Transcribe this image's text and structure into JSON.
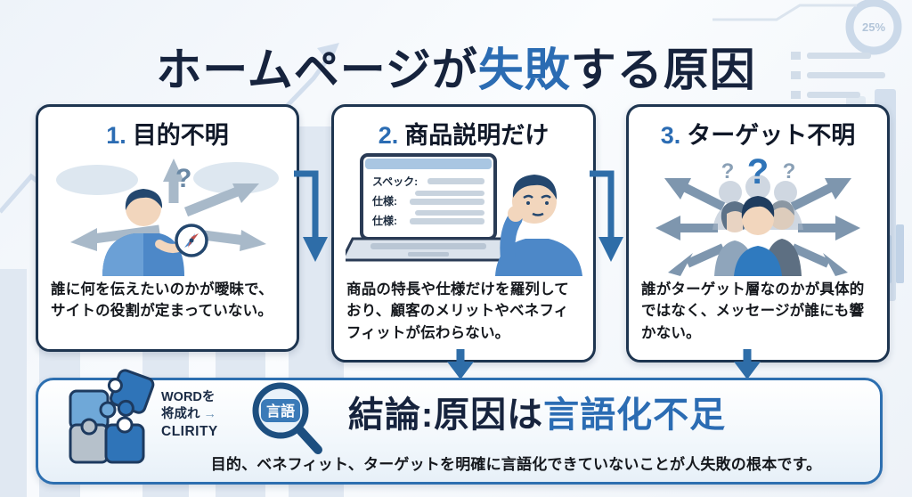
{
  "title": {
    "pre": "ホームページが",
    "highlight": "失敗",
    "post": "する原因"
  },
  "cards": [
    {
      "number": "1.",
      "heading": "目的不明",
      "description": "誰に何を伝えたいのかが曖昧で、サイトの役割が定まっていない。",
      "question_mark": "?"
    },
    {
      "number": "2.",
      "heading": "商品説明だけ",
      "description": "商品の特長や仕様だけを羅列しており、顧客のメリットやベネフィフィットが伝わらない。",
      "screen_labels": [
        "スペック:",
        "仕様:",
        "仕様:"
      ]
    },
    {
      "number": "3.",
      "heading": "ターゲット不明",
      "description": "誰がターゲット層なのかが具体的ではなく、メッセージが誰にも響かない。",
      "question_marks": [
        "?",
        "?",
        "?"
      ]
    }
  ],
  "conclusion": {
    "logo_line1": "WORDを",
    "logo_line2": "将成れ",
    "logo_arrow": "→",
    "logo_line3": "CLIRITY",
    "lens_text": "言語",
    "title_pre": "結論:原因は",
    "title_highlight": "言語化不足",
    "subtitle": "目的、ベネフィット、ターゲットを明確に言語化できていないことが人失敗の根本です。"
  },
  "background": {
    "donut_label": "25%"
  },
  "colors": {
    "accent_blue": "#2b6cb3",
    "dark_navy": "#16233d",
    "card_border": "#1e3550",
    "conclusion_border": "#2d6fb0",
    "arrow_blue": "#2e6da8"
  }
}
